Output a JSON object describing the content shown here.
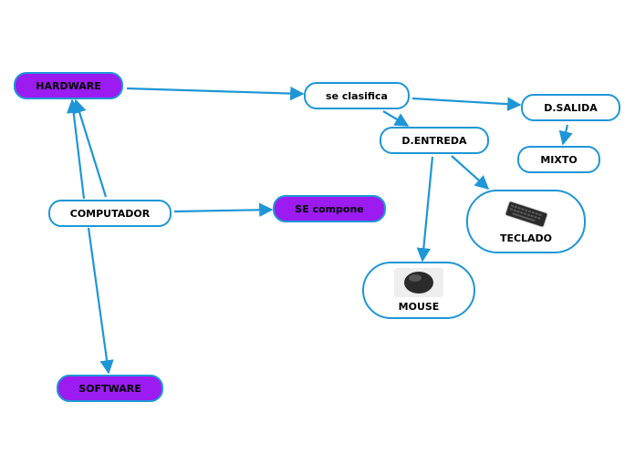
{
  "colors": {
    "edge": "#1e96d6",
    "accent_fill": "#9b1bf0",
    "node_border": "#1e96d6"
  },
  "nodes": {
    "hardware": "HARDWARE",
    "computador": "COMPUTADOR",
    "software": "SOFTWARE",
    "se_compone": "SE compone",
    "se_clasifica": "se clasifica",
    "d_salida": "D.SALIDA",
    "d_entreda": "D.ENTREDA",
    "mixto": "MIXTO",
    "teclado": "TECLADO",
    "mouse": "MOUSE"
  },
  "icons": {
    "teclado": "keyboard-icon",
    "mouse": "mouse-icon"
  }
}
